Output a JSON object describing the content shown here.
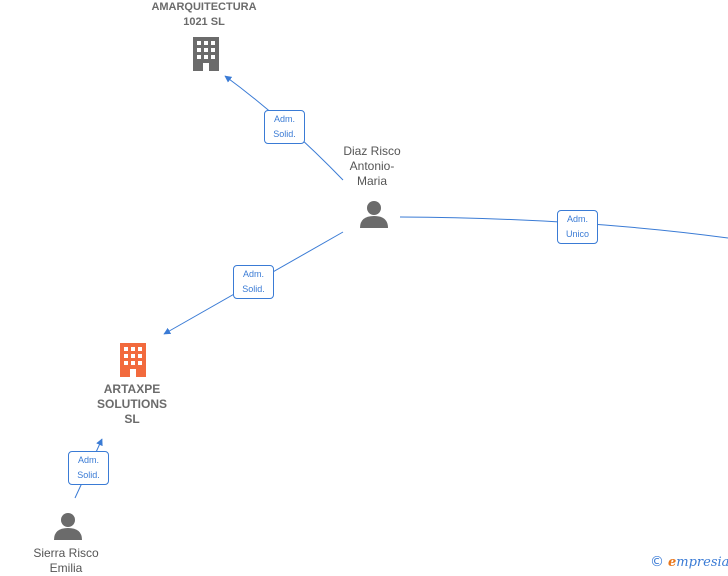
{
  "nodes": {
    "amarquitectura": {
      "line1": "AMARQUITECTURA",
      "line2": "1021  SL",
      "icon": "building-icon",
      "color": "#6b6b6b"
    },
    "diaz": {
      "line1": "Diaz Risco",
      "line2": "Antonio-",
      "line3": "Maria",
      "icon": "person-icon",
      "color": "#6b6b6b"
    },
    "artaxpe": {
      "line1": "ARTAXPE",
      "line2": "SOLUTIONS",
      "line3": "SL",
      "icon": "building-icon",
      "color": "#f26a3d"
    },
    "sierra": {
      "line1": "Sierra Risco",
      "line2": "Emilia",
      "icon": "person-icon",
      "color": "#6b6b6b"
    }
  },
  "edges": [
    {
      "line1": "Adm.",
      "line2": "Solid."
    },
    {
      "line1": "Adm.",
      "line2": "Unico"
    },
    {
      "line1": "Adm.",
      "line2": "Solid."
    },
    {
      "line1": "Adm.",
      "line2": "Solid."
    }
  ],
  "colors": {
    "edge": "#3a7bd5",
    "label": "#555555"
  },
  "brand": {
    "copyright": "©",
    "name_initial": "e",
    "name_rest": "mpresia"
  }
}
